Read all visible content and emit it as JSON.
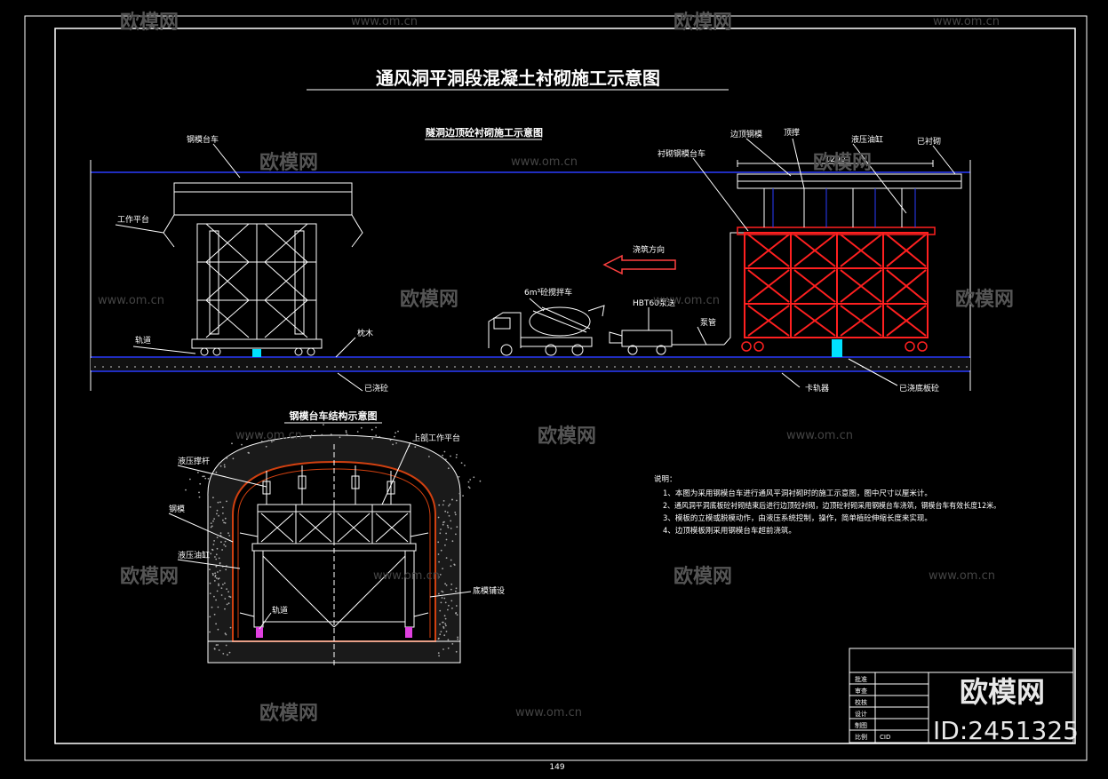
{
  "drawing": {
    "title": "通风洞平洞段混凝土衬砌施工示意图",
    "top_subtitle": "隧洞边顶砼衬砌施工示意图",
    "bottom_subtitle": "钢模台车结构示意图",
    "page_number": "149"
  },
  "top_labels": {
    "steel_form_trolley": "钢模台车",
    "work_platform": "工作平台",
    "rail": "轨道",
    "sleeper": "枕木",
    "existing_concrete": "已浇砼",
    "mixer_truck": "6m³砼搅拌车",
    "pump": "HBT60泵送",
    "pipe": "泵管",
    "pour_direction": "浇筑方向",
    "lining_trolley": "衬砌钢模台车",
    "side_formwork": "边顶钢模",
    "top_brace": "顶撑",
    "hydraulic_jack": "液压油缸",
    "existing_lining": "已衬砌",
    "dimension": "1200",
    "rail_clamp": "卡轨器",
    "existing_bottom_slab": "已浇底板砼"
  },
  "bottom_labels": {
    "upper_platform": "上部工作平台",
    "hydraulic_jack": "液压撑杆",
    "formwork": "钢模",
    "hydraulic_cylinder": "液压油缸",
    "rail": "轨道",
    "bottom_plank": "底模铺设"
  },
  "notes": {
    "heading": "说明：",
    "items": [
      "1、本图为采用钢模台车进行通风平洞衬砌时的施工示意图，图中尺寸以厘米计。",
      "2、通风洞平洞底板砼衬砌结束后进行边顶砼衬砌，边顶砼衬砌采用钢模台车浇筑，钢模台车有效长度12米。",
      "3、模板的立模或脱模动作，由液压系统控制，操作，简单植砼伸缩长度来实现。",
      "4、边顶模板刚采用钢模台车超前浇筑。"
    ]
  },
  "title_block": {
    "rows": [
      "批准",
      "审查",
      "校核",
      "设计",
      "制图",
      "比例"
    ],
    "scale_value": "CID",
    "overlay_brand": "欧模网",
    "overlay_id": "ID:2451325"
  },
  "watermark": {
    "brand": "欧模网",
    "site": "www.om.cn"
  },
  "colors": {
    "background": "#000000",
    "line": "#ffffff",
    "trolley_red": "#ff2020",
    "blue_line": "#2a3cff",
    "cyan": "#00e0ff",
    "lining_orange": "#d04010"
  }
}
